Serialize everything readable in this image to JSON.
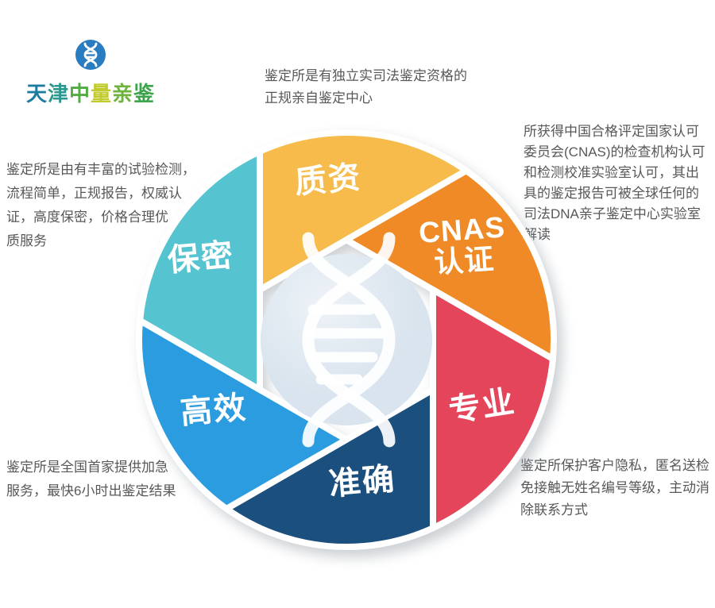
{
  "brand": {
    "logo_icon": "dna-icon",
    "name": "天津中量亲鉴",
    "name_char_colors": [
      "#1E7CA0",
      "#2B988F",
      "#52AB43",
      "#C2CB2E",
      "#6FB23C",
      "#3EA34B"
    ],
    "logo_bg_color": "#2A7CC0"
  },
  "annotations": {
    "top": "鉴定所是有独立实司法鉴定资格的\n正规亲自鉴定中心",
    "right": "所获得中国合格评定国家认可\n委员会(CNAS)的检查机构认可\n和检测校准实验室认可，其出\n具的鉴定报告可被全球任何的\n司法DNA亲子鉴定中心实验室\n解读",
    "left": "鉴定所是由有丰富的试验检测，\n流程简单，正规报告，权威认\n证，高度保密，价格合理优\n质服务",
    "bottom_left": "鉴定所是全国首家提供加急\n服务，最快6小时出鉴定结果",
    "bottom_right": "鉴定所保护客户隐私，匿名送检\n免接触无姓名编号等级，主动消\n除联系方式"
  },
  "wheel": {
    "center_icon": "dna-icon",
    "center_bg_color": "#D9E4EE",
    "gap_color": "#FFFFFF",
    "segments": [
      {
        "label": "质资",
        "color": "#F6BB4A"
      },
      {
        "label": "CNAS\n认证",
        "color": "#F08A26"
      },
      {
        "label": "专业",
        "color": "#E4455A"
      },
      {
        "label": "准确",
        "color": "#1B4F7E"
      },
      {
        "label": "高效",
        "color": "#2C9CE0"
      },
      {
        "label": "保密",
        "color": "#55C4D0"
      }
    ]
  }
}
